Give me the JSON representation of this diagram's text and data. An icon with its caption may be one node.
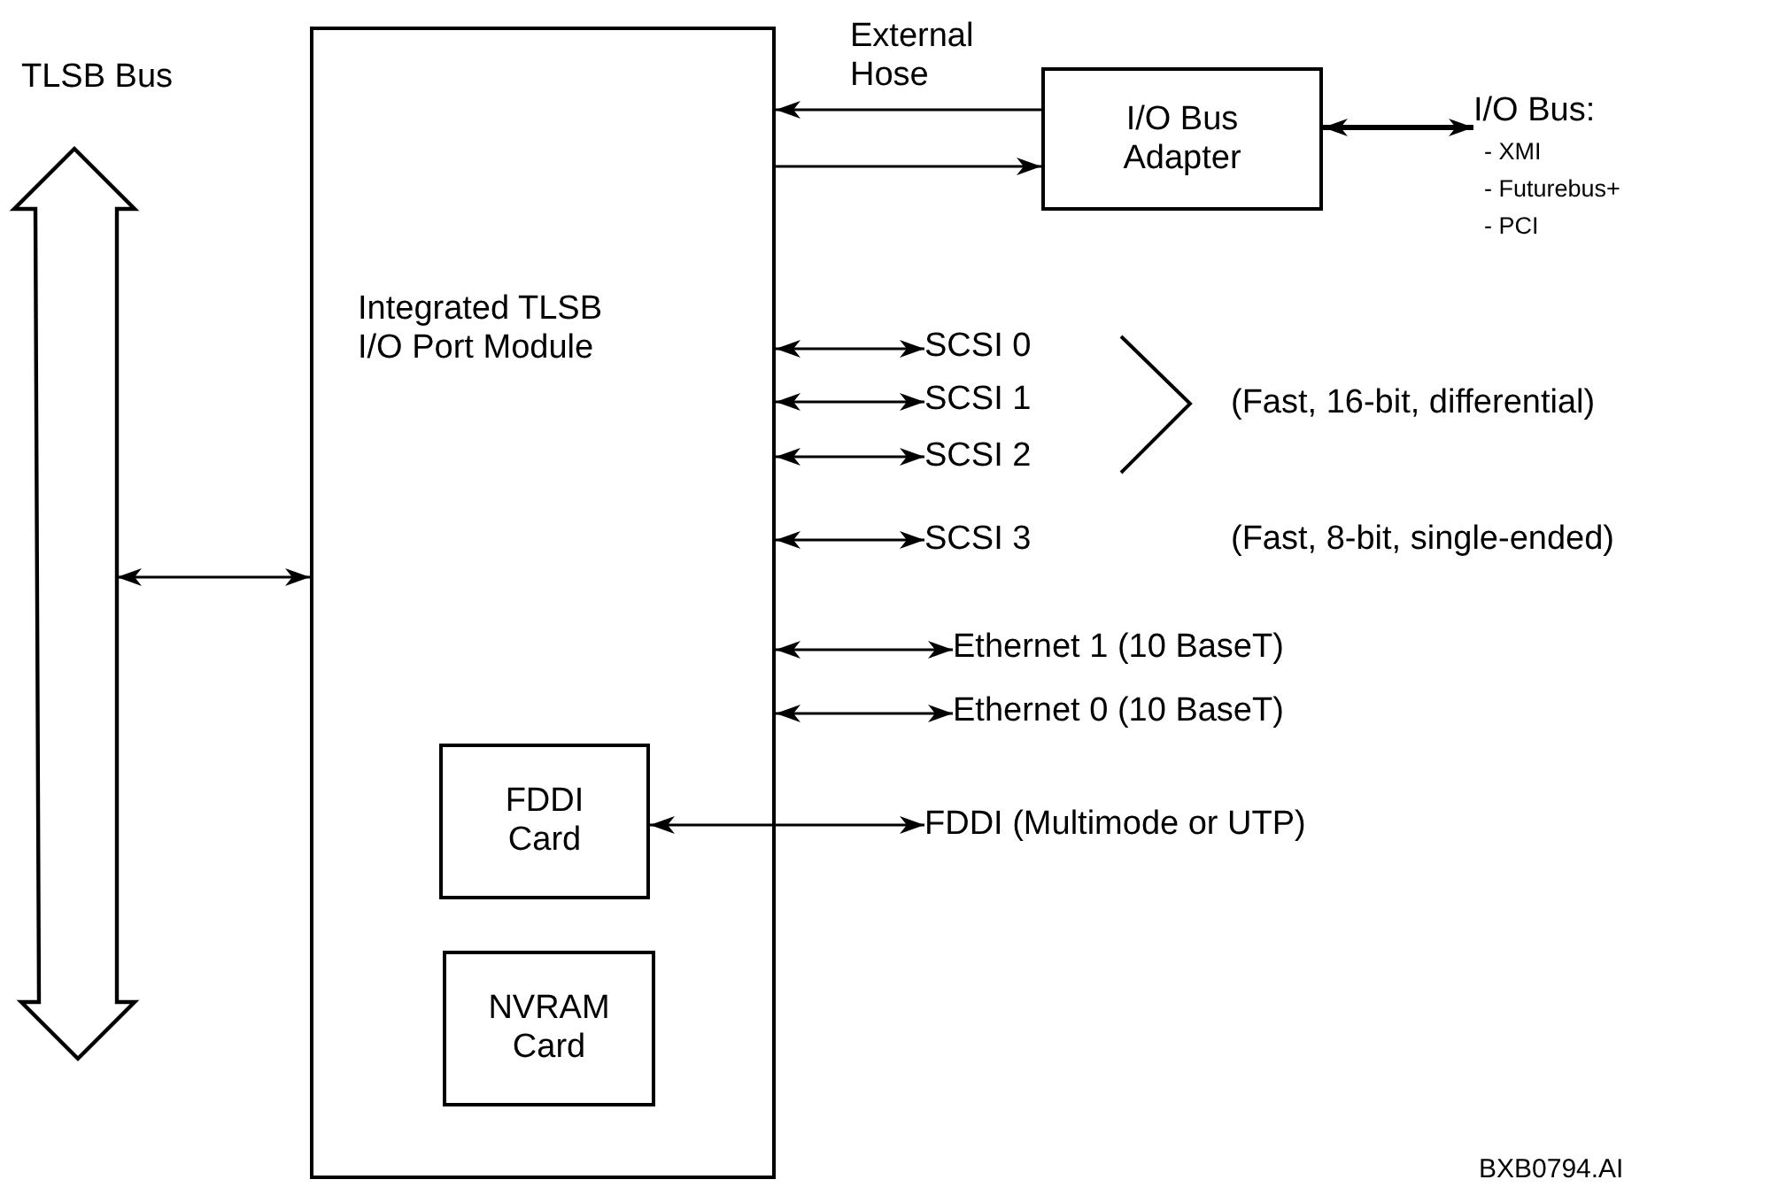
{
  "diagram": {
    "nodes": [
      {
        "text": [
          "TLSB Bus"
        ]
      },
      {
        "text": [
          "Integrated TLSB I/O Port Module"
        ]
      },
      {
        "text": [
          "I/O Bus Adapter"
        ]
      },
      {
        "text": [
          "I/O Bus:",
          "- XMI",
          "- Futurebus+",
          "- PCI"
        ]
      },
      {
        "text": [
          "SCSI 0"
        ]
      },
      {
        "text": [
          "SCSI 1"
        ]
      },
      {
        "text": [
          "SCSI 2"
        ]
      },
      {
        "text": [
          "SCSI 3"
        ]
      },
      {
        "text": [
          "Ethernet 1 (10 BaseT)"
        ]
      },
      {
        "text": [
          "Ethernet 0 (10 BaseT)"
        ]
      },
      {
        "text": [
          "FDDI Card"
        ],
        "in": 1
      },
      {
        "text": [
          "NVRAM Card"
        ],
        "in": 1
      },
      {
        "text": [
          "FDDI (Multimode or UTP)"
        ]
      }
    ],
    "edges": [
      {
        "from": 0,
        "to": 1,
        "arrow": "both"
      },
      {
        "from": 2,
        "to": 1,
        "arrow": "to",
        "label": "External Hose"
      },
      {
        "from": 1,
        "to": 2,
        "arrow": "to"
      },
      {
        "from": 2,
        "to": 3,
        "arrow": "both",
        "style": "thick"
      },
      {
        "from": 1,
        "to": 4,
        "arrow": "both"
      },
      {
        "from": 1,
        "to": 5,
        "arrow": "both"
      },
      {
        "from": 1,
        "to": 6,
        "arrow": "both"
      },
      {
        "from": 1,
        "to": 7,
        "arrow": "both"
      },
      {
        "from": 1,
        "to": 8,
        "arrow": "both"
      },
      {
        "from": 1,
        "to": 9,
        "arrow": "both"
      },
      {
        "from": 10,
        "to": 12,
        "arrow": "both"
      }
    ],
    "labels": [
      "(Fast, 16-bit, differential)",
      "(Fast, 8-bit, single-ended)",
      "BXB0794.AI"
    ]
  }
}
